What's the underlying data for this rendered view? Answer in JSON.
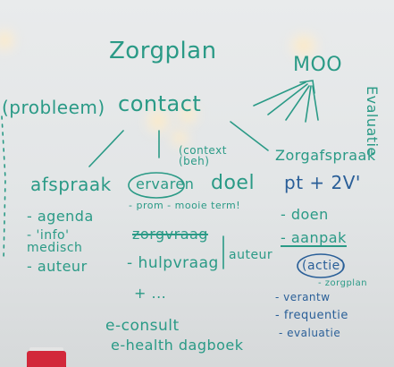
{
  "board": {
    "title": "Zorgplan",
    "moo": "MOO",
    "probleem": "(probleem)",
    "contact": "contact",
    "evaluatie": "Evaluatie",
    "context_note": "(context (beh)",
    "afspraak": {
      "header": "afspraak",
      "items": [
        "- agenda",
        "- 'info' medisch",
        "- auteur"
      ]
    },
    "ervaren": "ervaren",
    "ervaren_note": "- prom - mooie term!",
    "doel": "doel",
    "middle_items": [
      "zorgvraag",
      "- hulpvraag",
      "+ ...",
      "auteur"
    ],
    "econsult": "e-consult",
    "ehealth": "e-health dagboek",
    "zorgafspraken": {
      "header": "Zorgafspraak",
      "pt": "pt + 2V'",
      "items": [
        "- doen",
        "- aanpak",
        "(actie)",
        "- zorgplan",
        "- verantw",
        "- frequentie",
        "- evaluatie"
      ]
    }
  }
}
